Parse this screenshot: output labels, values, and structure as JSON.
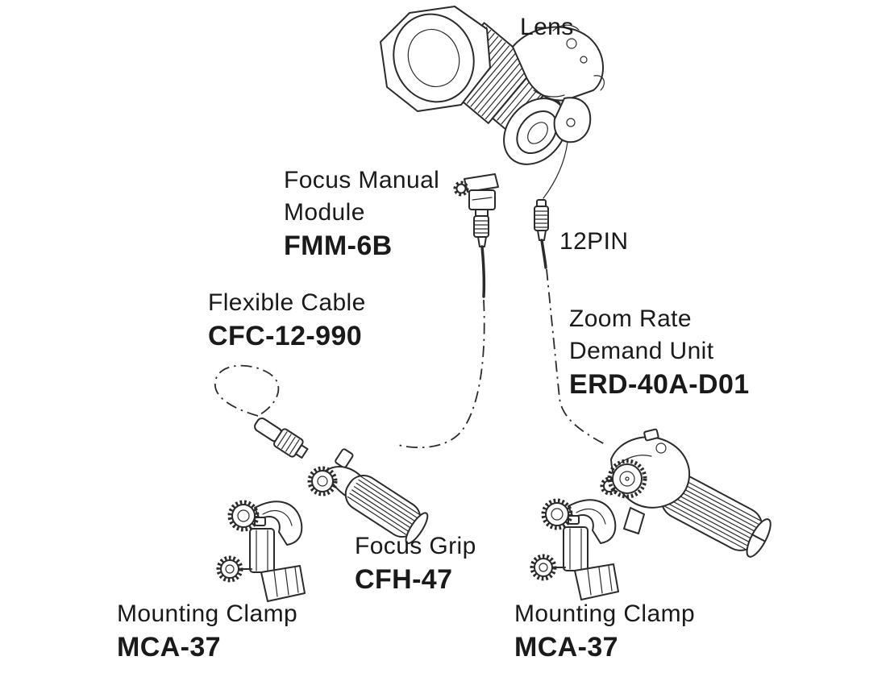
{
  "colors": {
    "line": "#2b2b2b",
    "text": "#1a1a1a",
    "background": "#ffffff"
  },
  "labels": {
    "lens": "Lens",
    "focus_manual_module": {
      "name_line1": "Focus Manual",
      "name_line2": "Module",
      "model": "FMM-6B"
    },
    "twelve_pin": "12PIN",
    "flexible_cable": {
      "name": "Flexible Cable",
      "model": "CFC-12-990"
    },
    "zoom_rate_demand_unit": {
      "name_line1": "Zoom Rate",
      "name_line2": "Demand Unit",
      "model": "ERD-40A-D01"
    },
    "focus_grip": {
      "name": "Focus Grip",
      "model": "CFH-47"
    },
    "mounting_clamp_left": {
      "name": "Mounting Clamp",
      "model": "MCA-37"
    },
    "mounting_clamp_right": {
      "name": "Mounting Clamp",
      "model": "MCA-37"
    }
  }
}
